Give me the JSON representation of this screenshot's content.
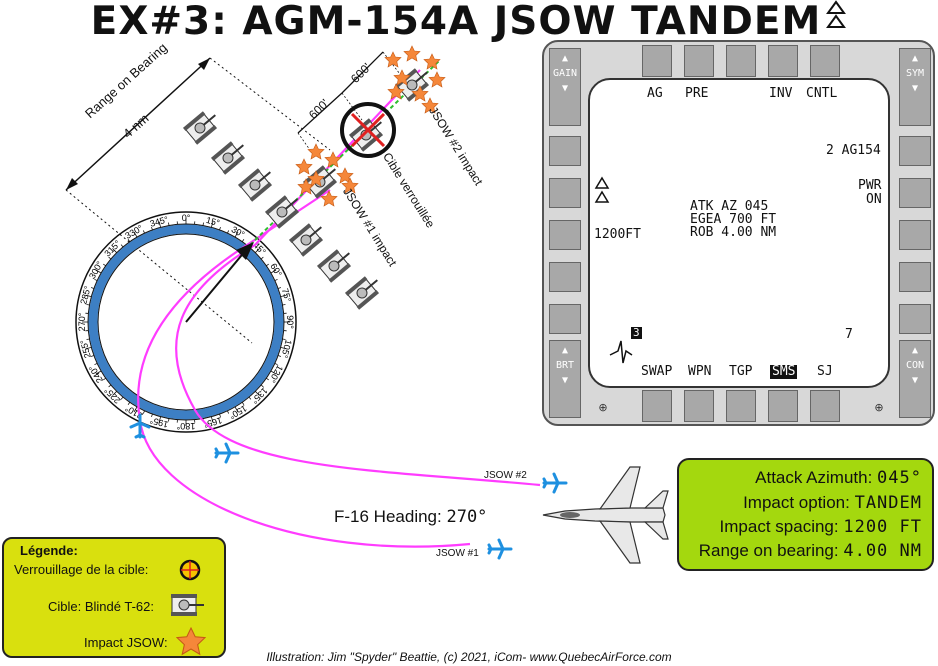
{
  "title": "EX#3: AGM-154A JSOW TANDEM",
  "diagram": {
    "range_label": "Range on Bearing",
    "range_value": "4 nm",
    "spacing_label": "600'",
    "lock_label": "Cible verrouillée",
    "impact1_label": "JSOW #1 impact",
    "impact2_label": "JSOW #2 impact",
    "jsow1_label": "JSOW #1",
    "jsow2_label": "JSOW #2",
    "heading_label": "F-16 Heading:",
    "heading_value": "270°",
    "compass_ticks": [
      "0°",
      "15°",
      "30°",
      "45°",
      "60°",
      "75°",
      "90°",
      "105°",
      "120°",
      "135°",
      "150°",
      "165°",
      "180°",
      "195°",
      "210°",
      "225°",
      "240°",
      "255°",
      "270°",
      "285°",
      "300°",
      "315°",
      "330°",
      "345°"
    ]
  },
  "mfd": {
    "top_labels": [
      "AG",
      "PRE",
      "INV",
      "CNTL"
    ],
    "bottom_labels": [
      "SWAP",
      "WPN",
      "TGP",
      "SMS",
      "SJ"
    ],
    "gain_label": "GAIN",
    "sym_label": "SYM",
    "brt_label": "BRT",
    "con_label": "CON",
    "weapon": "2 AG154",
    "pwr": "PWR",
    "pwr_state": "ON",
    "spacing": "1200FT",
    "atk_line": "ATK AZ 045",
    "egea_line": "EGEA 700 FT",
    "rob_line": "ROB 4.00 NM",
    "count_left": "3",
    "count_right": "7"
  },
  "info": {
    "azimuth_label": "Attack Azimuth:",
    "azimuth_value": "045°",
    "option_label": "Impact option:",
    "option_value": "TANDEM",
    "spacing_label": "Impact spacing:",
    "spacing_value": "1200 FT",
    "range_label": "Range on bearing:",
    "range_value": "4.00 NM"
  },
  "legend": {
    "title": "Légende:",
    "lock": "Verrouillage de la cible:",
    "target": "Cible: Blindé T-62:",
    "impact": "Impact JSOW:"
  },
  "credit": "Illustration: Jim \"Spyder\" Beattie, (c) 2021, iCom- www.QuebecAirForce.com",
  "colors": {
    "info_bg": "#a4d80e",
    "legend_bg": "#d9e00e",
    "ring": "#3d7fc4",
    "track": "#ff3cff",
    "impact": "#f5873a",
    "lock": "#e02020",
    "jet": "#1e90e0"
  }
}
